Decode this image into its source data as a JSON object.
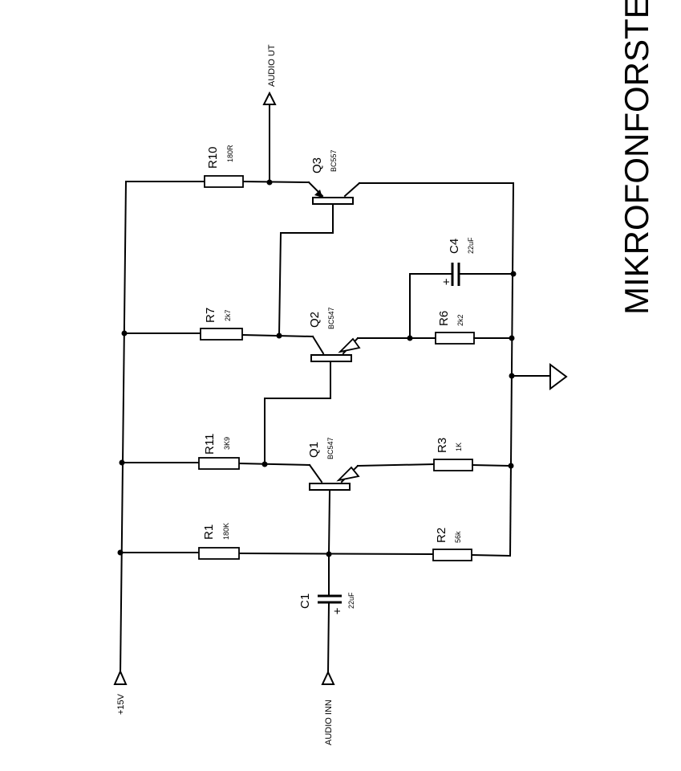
{
  "title": "MIKROFONFORSTER",
  "ports": {
    "supply": "+15V",
    "audio_in": "AUDIO INN",
    "audio_out": "AUDIO UT"
  },
  "components": {
    "r10": {
      "ref": "R10",
      "value": "180R"
    },
    "r7": {
      "ref": "R7",
      "value": "2k7"
    },
    "r11": {
      "ref": "R11",
      "value": "3K9"
    },
    "r1": {
      "ref": "R1",
      "value": "180K"
    },
    "r6": {
      "ref": "R6",
      "value": "2k2"
    },
    "r3": {
      "ref": "R3",
      "value": "1K"
    },
    "r2": {
      "ref": "R2",
      "value": "56k"
    },
    "c4": {
      "ref": "C4",
      "value": "22uF",
      "polarity": "+"
    },
    "c1": {
      "ref": "C1",
      "value": "22uF",
      "polarity": "+"
    },
    "q3": {
      "ref": "Q3",
      "value": "BC557"
    },
    "q2": {
      "ref": "Q2",
      "value": "BC547"
    },
    "q1": {
      "ref": "Q1",
      "value": "BC547"
    }
  }
}
